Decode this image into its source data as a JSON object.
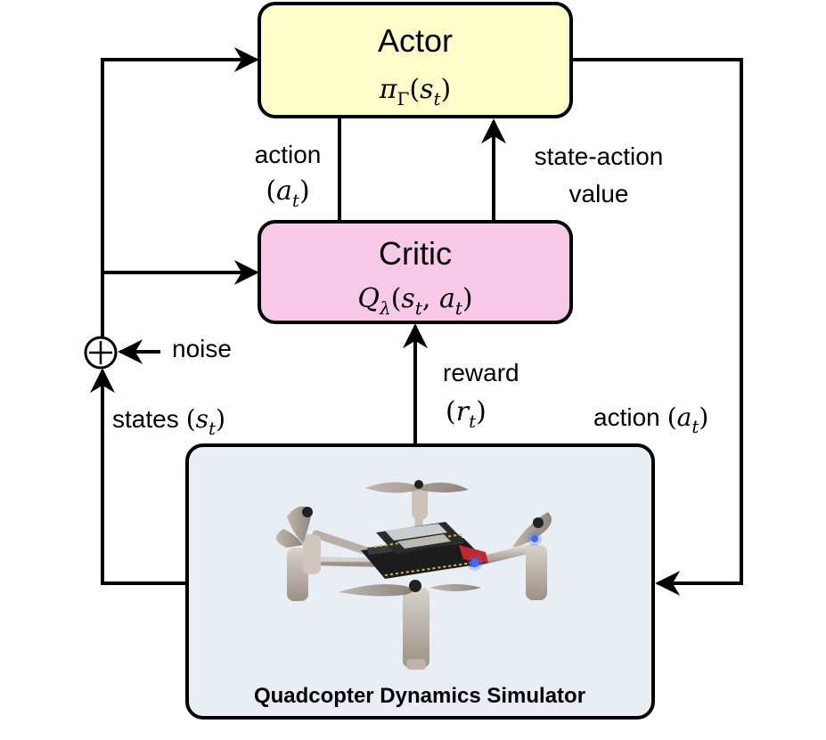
{
  "actor": {
    "title": "Actor",
    "formula_pi": "π",
    "formula_sub": "Γ",
    "formula_open": "(",
    "formula_s": "s",
    "formula_t": "t",
    "formula_close": ")",
    "fill": "#FFFFCC"
  },
  "critic": {
    "title": "Critic",
    "formula_q": "Q",
    "formula_sub": "λ",
    "formula_args_open": "(",
    "formula_s": "s",
    "formula_s_t": "t",
    "formula_comma": ", ",
    "formula_a": "a",
    "formula_a_t": "t",
    "formula_close": ")",
    "fill": "#F9C9E8"
  },
  "simulator": {
    "title": "Quadcopter Dynamics Simulator",
    "fill": "#E9EEF4"
  },
  "labels": {
    "action_top": "action",
    "action_top_math_open": "(",
    "action_top_math_a": "a",
    "action_top_math_t": "t",
    "action_top_math_close": ")",
    "state_action_1": "state-action",
    "state_action_2": "value",
    "noise": "noise",
    "states": "states",
    "states_math_open": "(",
    "states_math_s": "s",
    "states_math_t": "t",
    "states_math_close": ")",
    "reward": "reward",
    "reward_math_open": "(",
    "reward_math_r": "r",
    "reward_math_t": "t",
    "reward_math_close": ")",
    "action_right": "action",
    "action_right_math_open": "(",
    "action_right_math_a": "a",
    "action_right_math_t": "t",
    "action_right_math_close": ")"
  },
  "icons": {
    "summing_junction": "circle-plus-icon",
    "drone": "quadcopter-icon"
  }
}
